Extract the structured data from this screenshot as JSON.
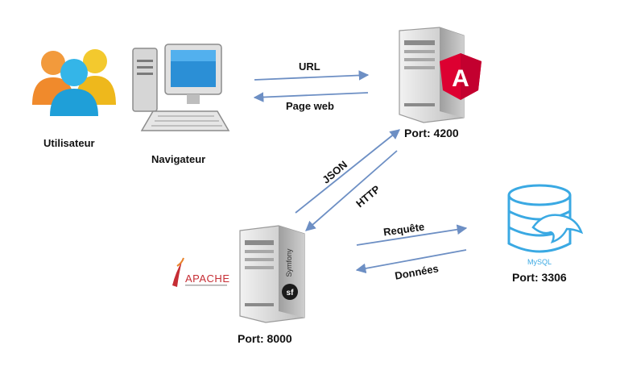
{
  "nodes": {
    "user": {
      "label": "Utilisateur"
    },
    "browser": {
      "label": "Navigateur"
    },
    "angular_server": {
      "port": "Port: 4200",
      "badge_letter": "A"
    },
    "symfony_server": {
      "port": "Port: 8000",
      "side_text": "Symfony",
      "logo_text": "sf"
    },
    "apache": {
      "text": "APACHE"
    },
    "database": {
      "port": "Port: 3306",
      "product_text": "MySQL"
    }
  },
  "edges": {
    "url": "URL",
    "page_web": "Page web",
    "json": "JSON",
    "http": "HTTP",
    "requete": "Requête",
    "donnees": "Données"
  },
  "colors": {
    "arrow": "#6d8fc4",
    "angular_red": "#dd0031",
    "mysql_blue": "#3aa9e3",
    "apache_red": "#c62d34",
    "server_gray": "#d9d9d9"
  }
}
